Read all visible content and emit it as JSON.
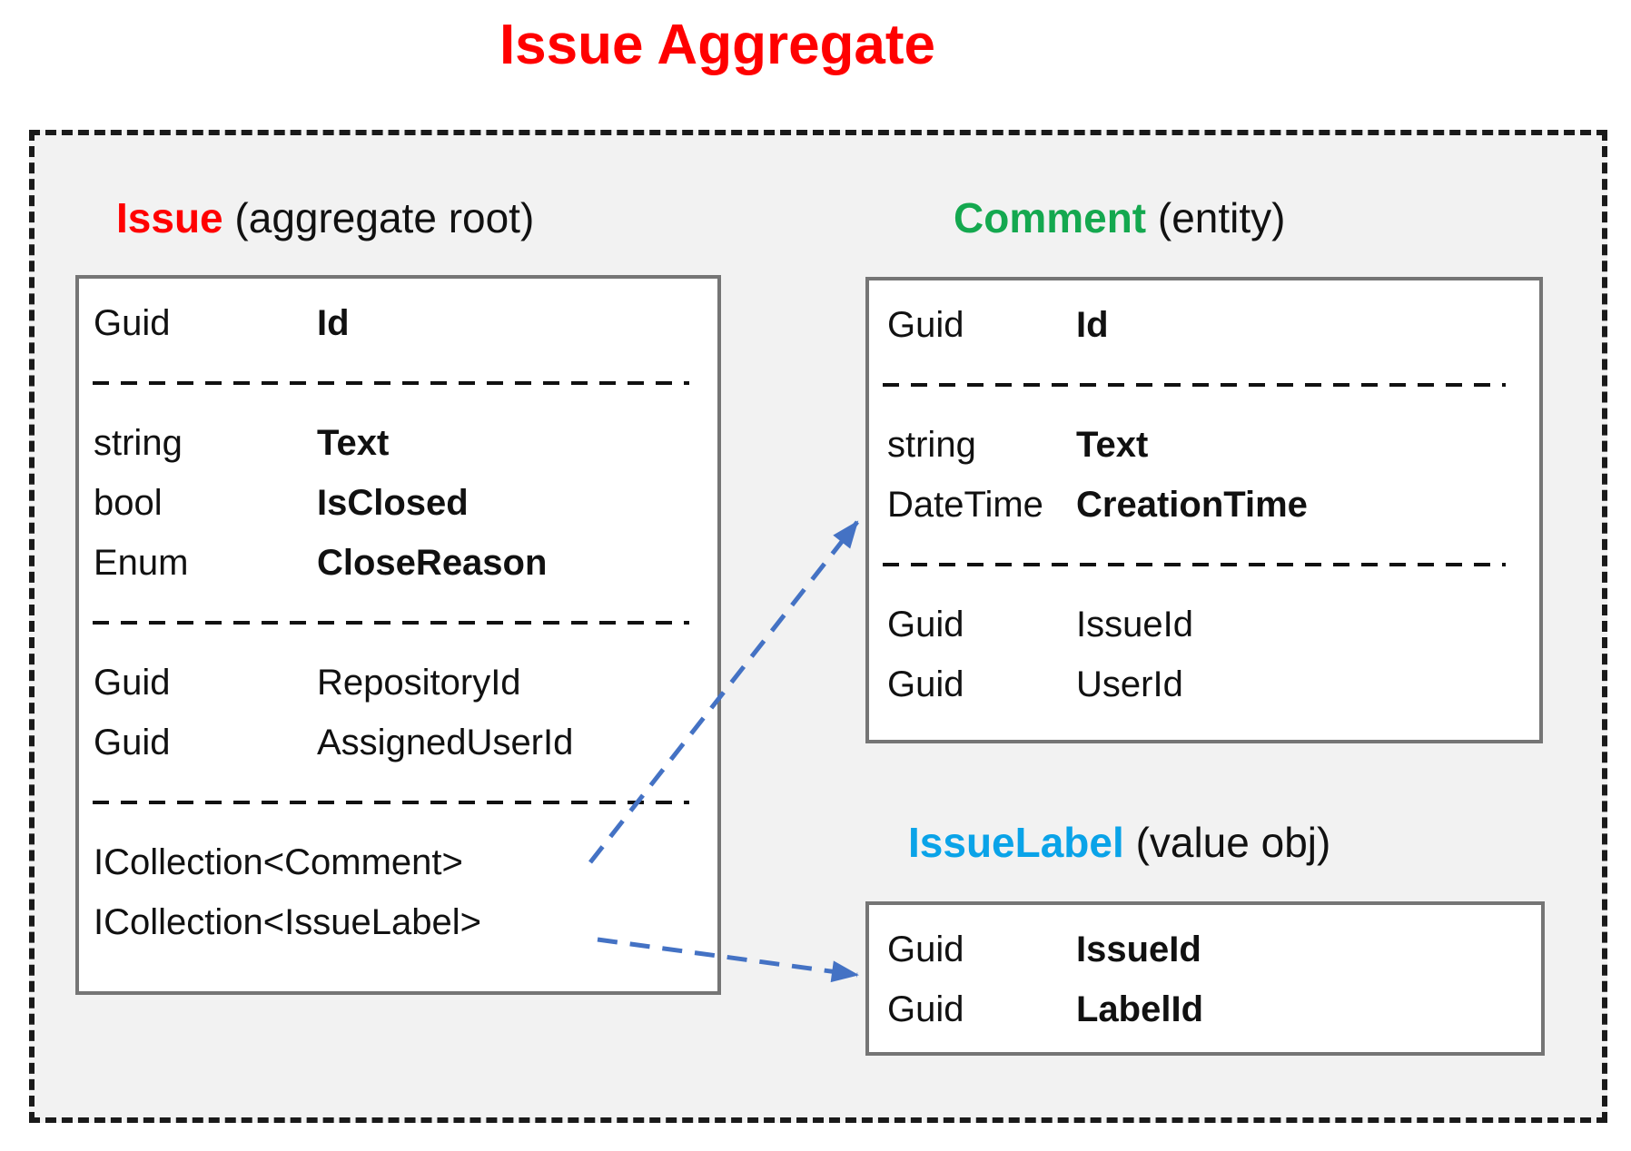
{
  "title": "Issue Aggregate",
  "colors": {
    "title": "#FF0000",
    "issue_accent": "#FF0000",
    "comment_accent": "#14A84F",
    "issuelabel_accent": "#0AA3E8",
    "arrow": "#4472C4",
    "boundary_background": "#F2F2F2"
  },
  "boxes": [
    {
      "key": "issue",
      "title": "Issue",
      "subtitle": "(aggregate root)",
      "rows": [
        {
          "kind": "field",
          "type": "Guid",
          "name": "Id",
          "bold": true
        },
        {
          "kind": "separator"
        },
        {
          "kind": "field",
          "type": "string",
          "name": "Text",
          "bold": true
        },
        {
          "kind": "field",
          "type": "bool",
          "name": "IsClosed",
          "bold": true
        },
        {
          "kind": "field",
          "type": "Enum",
          "name": "CloseReason",
          "bold": true
        },
        {
          "kind": "separator"
        },
        {
          "kind": "field",
          "type": "Guid",
          "name": "RepositoryId",
          "bold": false
        },
        {
          "kind": "field",
          "type": "Guid",
          "name": "AssignedUserId",
          "bold": false
        },
        {
          "kind": "separator"
        },
        {
          "kind": "field",
          "type": "ICollection<Comment>",
          "name": "",
          "bold": false
        },
        {
          "kind": "field",
          "type": "ICollection<IssueLabel>",
          "name": "",
          "bold": false
        }
      ]
    },
    {
      "key": "comment",
      "title": "Comment",
      "subtitle": "(entity)",
      "rows": [
        {
          "kind": "field",
          "type": "Guid",
          "name": "Id",
          "bold": true
        },
        {
          "kind": "separator"
        },
        {
          "kind": "field",
          "type": "string",
          "name": "Text",
          "bold": true
        },
        {
          "kind": "field",
          "type": "DateTime",
          "name": "CreationTime",
          "bold": true
        },
        {
          "kind": "separator"
        },
        {
          "kind": "field",
          "type": "Guid",
          "name": "IssueId",
          "bold": false
        },
        {
          "kind": "field",
          "type": "Guid",
          "name": "UserId",
          "bold": false
        }
      ]
    },
    {
      "key": "issuelabel",
      "title": "IssueLabel",
      "subtitle": "(value obj)",
      "rows": [
        {
          "kind": "field",
          "type": "Guid",
          "name": "IssueId",
          "bold": true
        },
        {
          "kind": "field",
          "type": "Guid",
          "name": "LabelId",
          "bold": true
        }
      ]
    }
  ],
  "relations": [
    {
      "from": "ICollection<Comment>",
      "to": "Comment"
    },
    {
      "from": "ICollection<IssueLabel>",
      "to": "IssueLabel"
    }
  ]
}
